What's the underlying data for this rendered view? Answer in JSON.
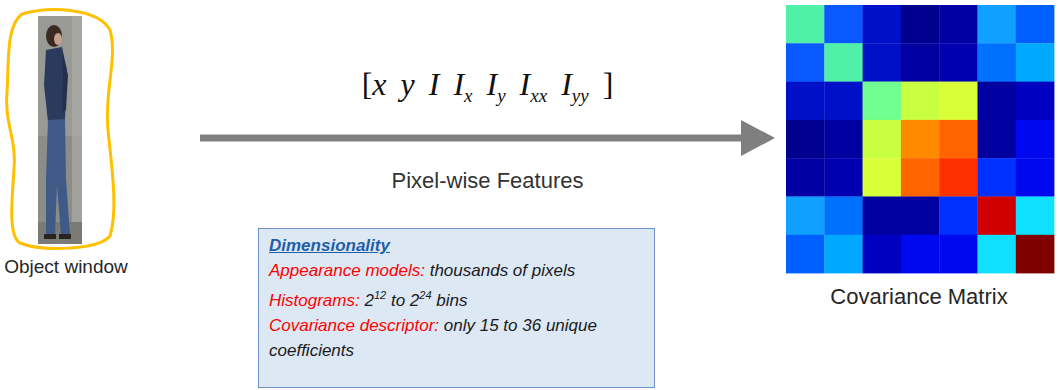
{
  "diagram": {
    "nodes": [
      {
        "text": [
          "Object window"
        ]
      },
      {
        "text": [
          "Dimensionality",
          "Appearance models:",
          "thousands of pixels",
          "Histograms:",
          "2",
          "12",
          "to",
          "2",
          "24",
          "bins",
          "Covariance descriptor:",
          "only 15 to 36 unique coefficients"
        ]
      },
      {
        "text": [
          "Covariance Matrix"
        ]
      }
    ],
    "edges": [
      {
        "from": 0,
        "to": 2,
        "arrow": "to",
        "label": "Pixel-wise Features"
      }
    ],
    "labels": [
      "[",
      "x",
      "y",
      "I",
      "I",
      "x",
      "I",
      "y",
      "I",
      "xx",
      "I",
      "yy",
      "]"
    ]
  }
}
